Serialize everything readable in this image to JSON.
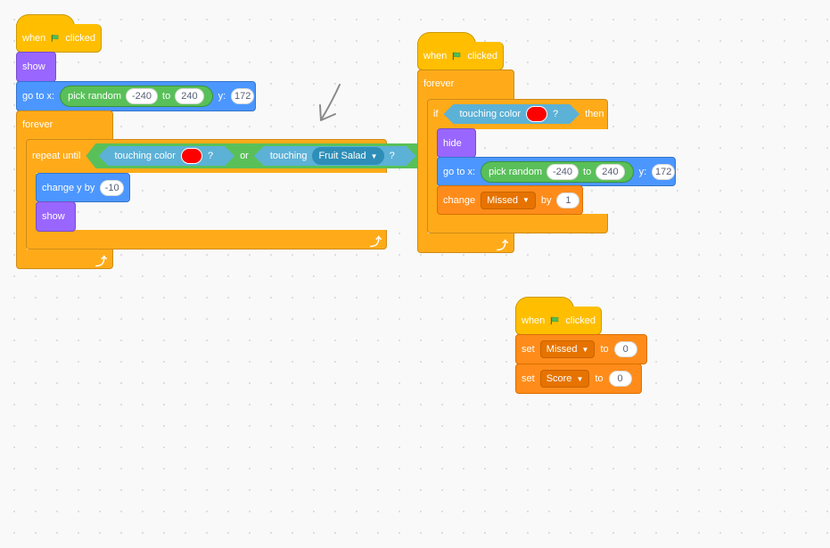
{
  "scripts": {
    "left": {
      "hat": {
        "when": "when",
        "clicked": "clicked",
        "icon": "green-flag-icon"
      },
      "show1": "show",
      "goto": {
        "label": "go to x:",
        "random": "pick random",
        "from": "-240",
        "to_label": "to",
        "to": "240",
        "y_label": "y:",
        "y": "172"
      },
      "forever": "forever",
      "repeat_until": {
        "label": "repeat until",
        "touching_color": "touching color",
        "q1": "?",
        "or": "or",
        "touching": "touching",
        "sprite": "Fruit Salad",
        "q2": "?",
        "color": "#ff0000"
      },
      "change_y": {
        "label": "change y by",
        "value": "-10"
      },
      "show2": "show"
    },
    "middle": {
      "hat": {
        "when": "when",
        "clicked": "clicked",
        "icon": "green-flag-icon"
      },
      "forever": "forever",
      "if": {
        "label": "if",
        "touching_color": "touching color",
        "q": "?",
        "then": "then",
        "color": "#ff0000"
      },
      "hide": "hide",
      "goto": {
        "label": "go to x:",
        "random": "pick random",
        "from": "-240",
        "to_label": "to",
        "to": "240",
        "y_label": "y:",
        "y": "172"
      },
      "change": {
        "label": "change",
        "var": "Missed",
        "by": "by",
        "value": "1"
      }
    },
    "right": {
      "hat": {
        "when": "when",
        "clicked": "clicked",
        "icon": "green-flag-icon"
      },
      "set1": {
        "label": "set",
        "var": "Missed",
        "to": "to",
        "value": "0"
      },
      "set2": {
        "label": "set",
        "var": "Score",
        "to": "to",
        "value": "0"
      }
    }
  },
  "colors": {
    "events": "#ffbf00",
    "looks": "#9966ff",
    "motion": "#4c97ff",
    "control": "#ffab19",
    "variables": "#ff8c1a",
    "operators": "#59c059",
    "sensing": "#5cb1d6",
    "canvas": "#f9f9f9"
  },
  "annotation": {
    "icon": "pointer-arrow-icon"
  }
}
